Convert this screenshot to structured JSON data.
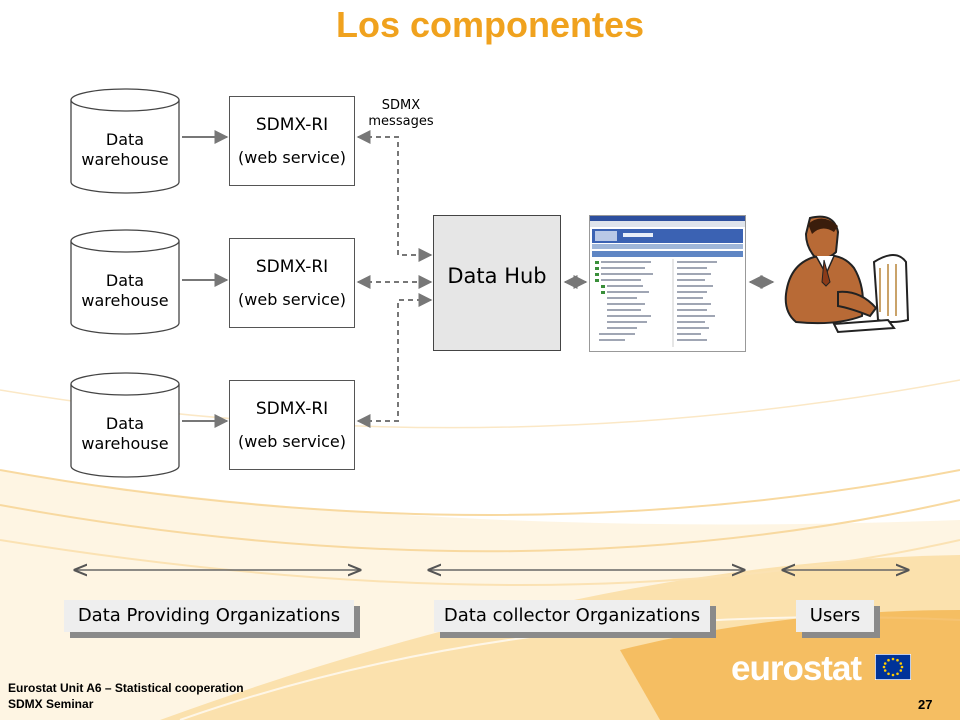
{
  "slide": {
    "title": "Los componentes",
    "sdmx_messages_label": [
      "SDMX",
      "messages"
    ],
    "warehouses": [
      {
        "line1": "Data",
        "line2": "warehouse"
      },
      {
        "line1": "Data",
        "line2": "warehouse"
      },
      {
        "line1": "Data",
        "line2": "warehouse"
      }
    ],
    "sdmx_ri": [
      {
        "title": "SDMX-RI",
        "sub": "(web service)"
      },
      {
        "title": "SDMX-RI",
        "sub": "(web service)"
      },
      {
        "title": "SDMX-RI",
        "sub": "(web service)"
      }
    ],
    "hub_label": "Data Hub",
    "categories": {
      "providers": "Data Providing Organizations",
      "collectors": "Data collector Organizations",
      "users": "Users"
    },
    "footer": {
      "line1": "Eurostat Unit A6 – Statistical cooperation",
      "line2": "SDMX Seminar",
      "page_number": "27"
    },
    "logo_text": "eurostat",
    "colors": {
      "title": "#f0a21e",
      "swoosh": "#f6c46a",
      "flag_blue": "#003399",
      "flag_star": "#ffcc00"
    },
    "icons": {
      "screenshot": "web-app-screenshot-icon",
      "user": "user-at-computer-icon",
      "flag": "eu-flag-icon"
    }
  }
}
